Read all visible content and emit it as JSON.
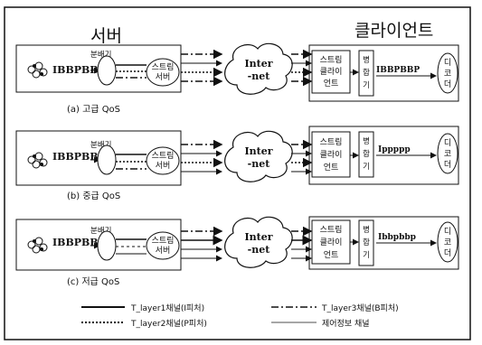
{
  "header": {
    "server": "서버",
    "client": "클라이언트"
  },
  "panels": [
    {
      "caption": "(a) 고급 QoS",
      "source_label": "IBBPBBP",
      "splitter_label": "분배기",
      "stream_server": [
        "스트림",
        "서버"
      ],
      "internet": [
        "Inter",
        "-net"
      ],
      "stream_client": [
        "스트림",
        "클라이",
        "언트"
      ],
      "merger": [
        "병",
        "합",
        "기"
      ],
      "output_label": "IBBPBBP",
      "decoder": [
        "디",
        "코",
        "더"
      ]
    },
    {
      "caption": "(b) 중급 QoS",
      "source_label": "IBBPBBP",
      "splitter_label": "분배기",
      "stream_server": [
        "스트림",
        "서버"
      ],
      "internet": [
        "Inter",
        "-net"
      ],
      "stream_client": [
        "스트림",
        "클라이",
        "언트"
      ],
      "merger": [
        "병",
        "합",
        "기"
      ],
      "output_label": "Ippppp",
      "decoder": [
        "디",
        "코",
        "더"
      ]
    },
    {
      "caption": "(c) 저급 QoS",
      "source_label": "IBBPBBP",
      "splitter_label": "분배기",
      "stream_server": [
        "스트림",
        "서버"
      ],
      "internet": [
        "Inter",
        "-net"
      ],
      "stream_client": [
        "스트림",
        "클라이",
        "언트"
      ],
      "merger": [
        "병",
        "합",
        "기"
      ],
      "output_label": "Ibbpbbp",
      "decoder": [
        "디",
        "코",
        "더"
      ]
    }
  ],
  "legend": [
    {
      "style": "solid",
      "label": "T_layer1채널(I피처)"
    },
    {
      "style": "dash-dot",
      "label": "T_layer3채널(B피처)"
    },
    {
      "style": "dotted",
      "label": "T_layer2채널(P피처)"
    },
    {
      "style": "thin",
      "label": "제어정보 채널"
    }
  ],
  "colors": {
    "ink": "#111111",
    "background": "#ffffff"
  }
}
